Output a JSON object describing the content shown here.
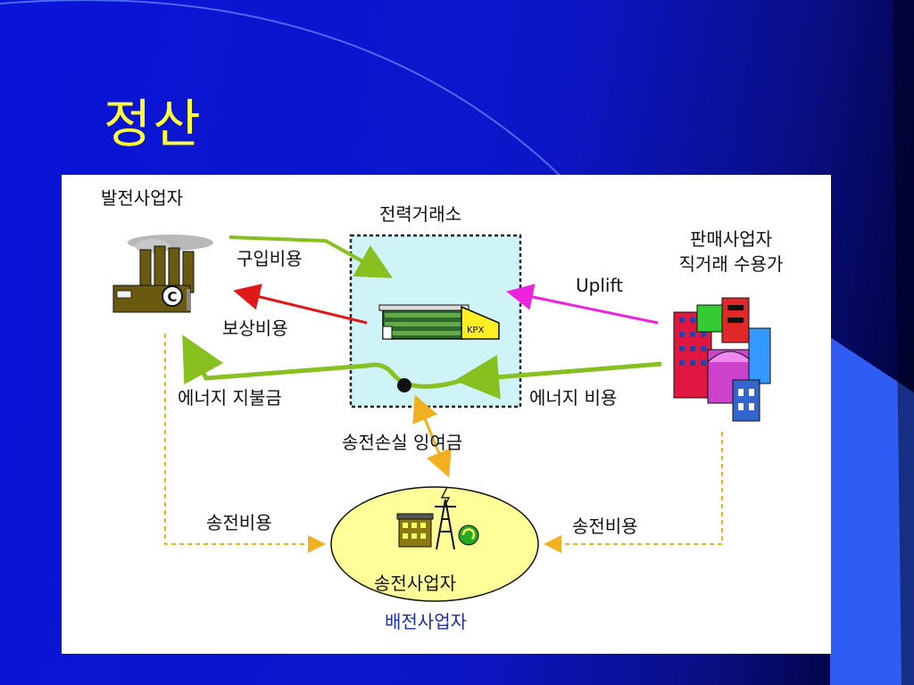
{
  "slide": {
    "title": "정산"
  },
  "diagram": {
    "nodes": {
      "generator": "발전사업자",
      "exchange": "전력거래소",
      "retailer_line1": "판매사업자",
      "retailer_line2": "직거래 수용가",
      "transmission": "송전사업자",
      "distribution": "배전사업자",
      "kpx_badge": "KPX"
    },
    "flows": {
      "purchase_cost": "구입비용",
      "compensation_cost": "보상비용",
      "uplift": "Uplift",
      "energy_payment": "에너지 지불금",
      "energy_cost": "에너지 비용",
      "loss_surplus": "송전손실 잉여금",
      "transmission_cost_left": "송전비용",
      "transmission_cost_right": "송전비용"
    }
  },
  "colors": {
    "background": "#0a14d8",
    "title": "#ffff33",
    "exchange_box": "#cff4f8",
    "green_flow": "#88c020",
    "red_flow": "#e01818",
    "magenta_flow": "#ee22dd",
    "orange_flow": "#f0b020",
    "ellipse": "#ffff99"
  }
}
